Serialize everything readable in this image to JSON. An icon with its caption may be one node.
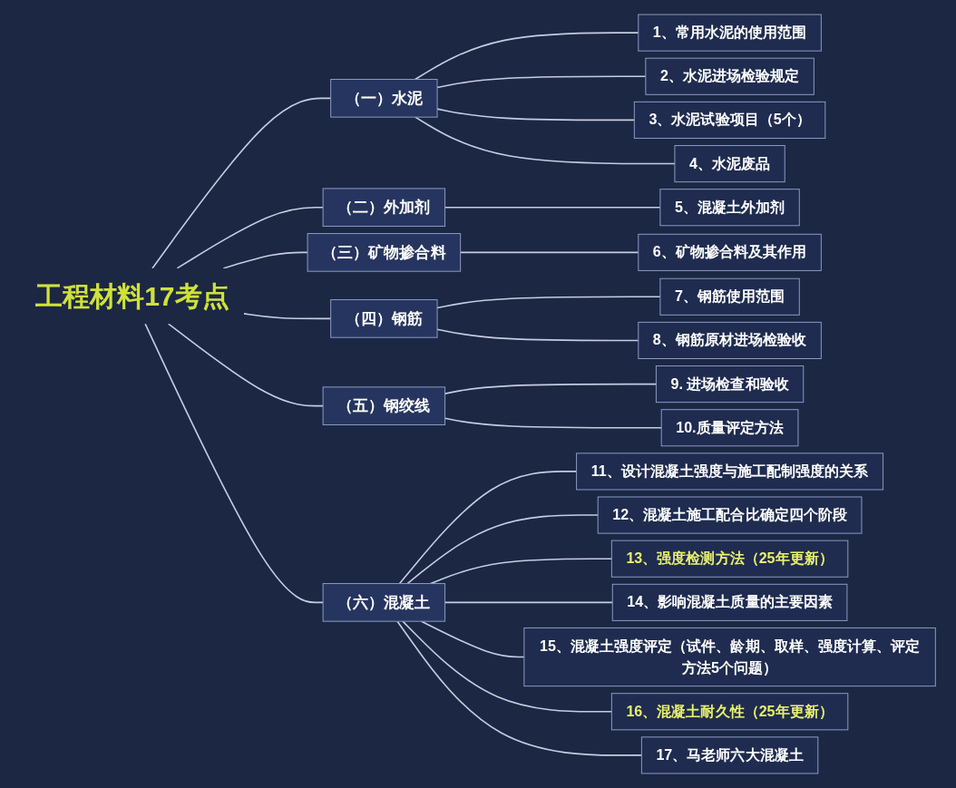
{
  "diagram": {
    "nodes": [
      {
        "text": [
          "工程材料17考点"
        ]
      },
      {
        "text": [
          "（一）水泥"
        ]
      },
      {
        "text": [
          "1、常用水泥的使用范围"
        ]
      },
      {
        "text": [
          "2、水泥进场检验规定"
        ]
      },
      {
        "text": [
          "3、水泥试验项目（5个）"
        ]
      },
      {
        "text": [
          "4、水泥废品"
        ]
      },
      {
        "text": [
          "（二）外加剂"
        ]
      },
      {
        "text": [
          "5、混凝土外加剂"
        ]
      },
      {
        "text": [
          "（三）矿物掺合料"
        ]
      },
      {
        "text": [
          "6、矿物掺合料及其作用"
        ]
      },
      {
        "text": [
          "（四）钢筋"
        ]
      },
      {
        "text": [
          "7、钢筋使用范围"
        ]
      },
      {
        "text": [
          "8、钢筋原材进场检验收"
        ]
      },
      {
        "text": [
          "（五）钢绞线"
        ]
      },
      {
        "text": [
          "9. 进场检查和验收"
        ]
      },
      {
        "text": [
          "10.质量评定方法"
        ]
      },
      {
        "text": [
          "（六）混凝土"
        ]
      },
      {
        "text": [
          "11、设计混凝土强度与施工配制强度的关系"
        ]
      },
      {
        "text": [
          "12、混凝土施工配合比确定四个阶段"
        ]
      },
      {
        "text": [
          "13、强度检测方法（25年更新）"
        ]
      },
      {
        "text": [
          "14、影响混凝土质量的主要因素"
        ]
      },
      {
        "text": [
          "15、混凝土强度评定（试件、龄期、取样、强度计算、评定方法5个问题）"
        ]
      },
      {
        "text": [
          "16、混凝土耐久性（25年更新）"
        ]
      },
      {
        "text": [
          "17、马老师六大混凝土"
        ]
      }
    ],
    "edges": [
      {
        "from": 0,
        "to": 1,
        "arrow": "none"
      },
      {
        "from": 1,
        "to": 2,
        "arrow": "none"
      },
      {
        "from": 1,
        "to": 3,
        "arrow": "none"
      },
      {
        "from": 1,
        "to": 4,
        "arrow": "none"
      },
      {
        "from": 1,
        "to": 5,
        "arrow": "none"
      },
      {
        "from": 0,
        "to": 6,
        "arrow": "none"
      },
      {
        "from": 6,
        "to": 7,
        "arrow": "none"
      },
      {
        "from": 0,
        "to": 8,
        "arrow": "none"
      },
      {
        "from": 8,
        "to": 9,
        "arrow": "none"
      },
      {
        "from": 0,
        "to": 10,
        "arrow": "none"
      },
      {
        "from": 10,
        "to": 11,
        "arrow": "none"
      },
      {
        "from": 10,
        "to": 12,
        "arrow": "none"
      },
      {
        "from": 0,
        "to": 13,
        "arrow": "none"
      },
      {
        "from": 13,
        "to": 14,
        "arrow": "none"
      },
      {
        "from": 13,
        "to": 15,
        "arrow": "none"
      },
      {
        "from": 0,
        "to": 16,
        "arrow": "none"
      },
      {
        "from": 16,
        "to": 17,
        "arrow": "none"
      },
      {
        "from": 16,
        "to": 18,
        "arrow": "none"
      },
      {
        "from": 16,
        "to": 19,
        "arrow": "none"
      },
      {
        "from": 16,
        "to": 20,
        "arrow": "none"
      },
      {
        "from": 16,
        "to": 21,
        "arrow": "none"
      },
      {
        "from": 16,
        "to": 22,
        "arrow": "none"
      },
      {
        "from": 16,
        "to": 23,
        "arrow": "none"
      }
    ]
  }
}
